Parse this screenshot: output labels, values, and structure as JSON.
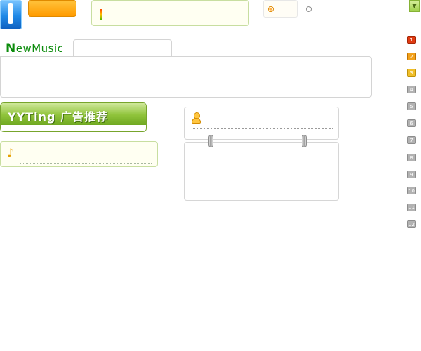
{
  "header": {
    "orange_button_label": "",
    "status_text": "",
    "radio_options": [
      "",
      ""
    ],
    "dropdown_icon": "chevron-down-icon"
  },
  "newmusic": {
    "title_first": "N",
    "title_rest": "ewMusic",
    "tab_label": ""
  },
  "ad": {
    "title": "YYTing 广告推荐"
  },
  "rank_list": [
    "1",
    "2",
    "3",
    "4",
    "5",
    "6",
    "7",
    "8",
    "9",
    "10",
    "11",
    "12"
  ],
  "colors": {
    "brand_green": "#0c8c0c",
    "accent_orange": "#ff9b00",
    "logo_blue": "#1f88e6",
    "rank_top": "#e03b12"
  }
}
